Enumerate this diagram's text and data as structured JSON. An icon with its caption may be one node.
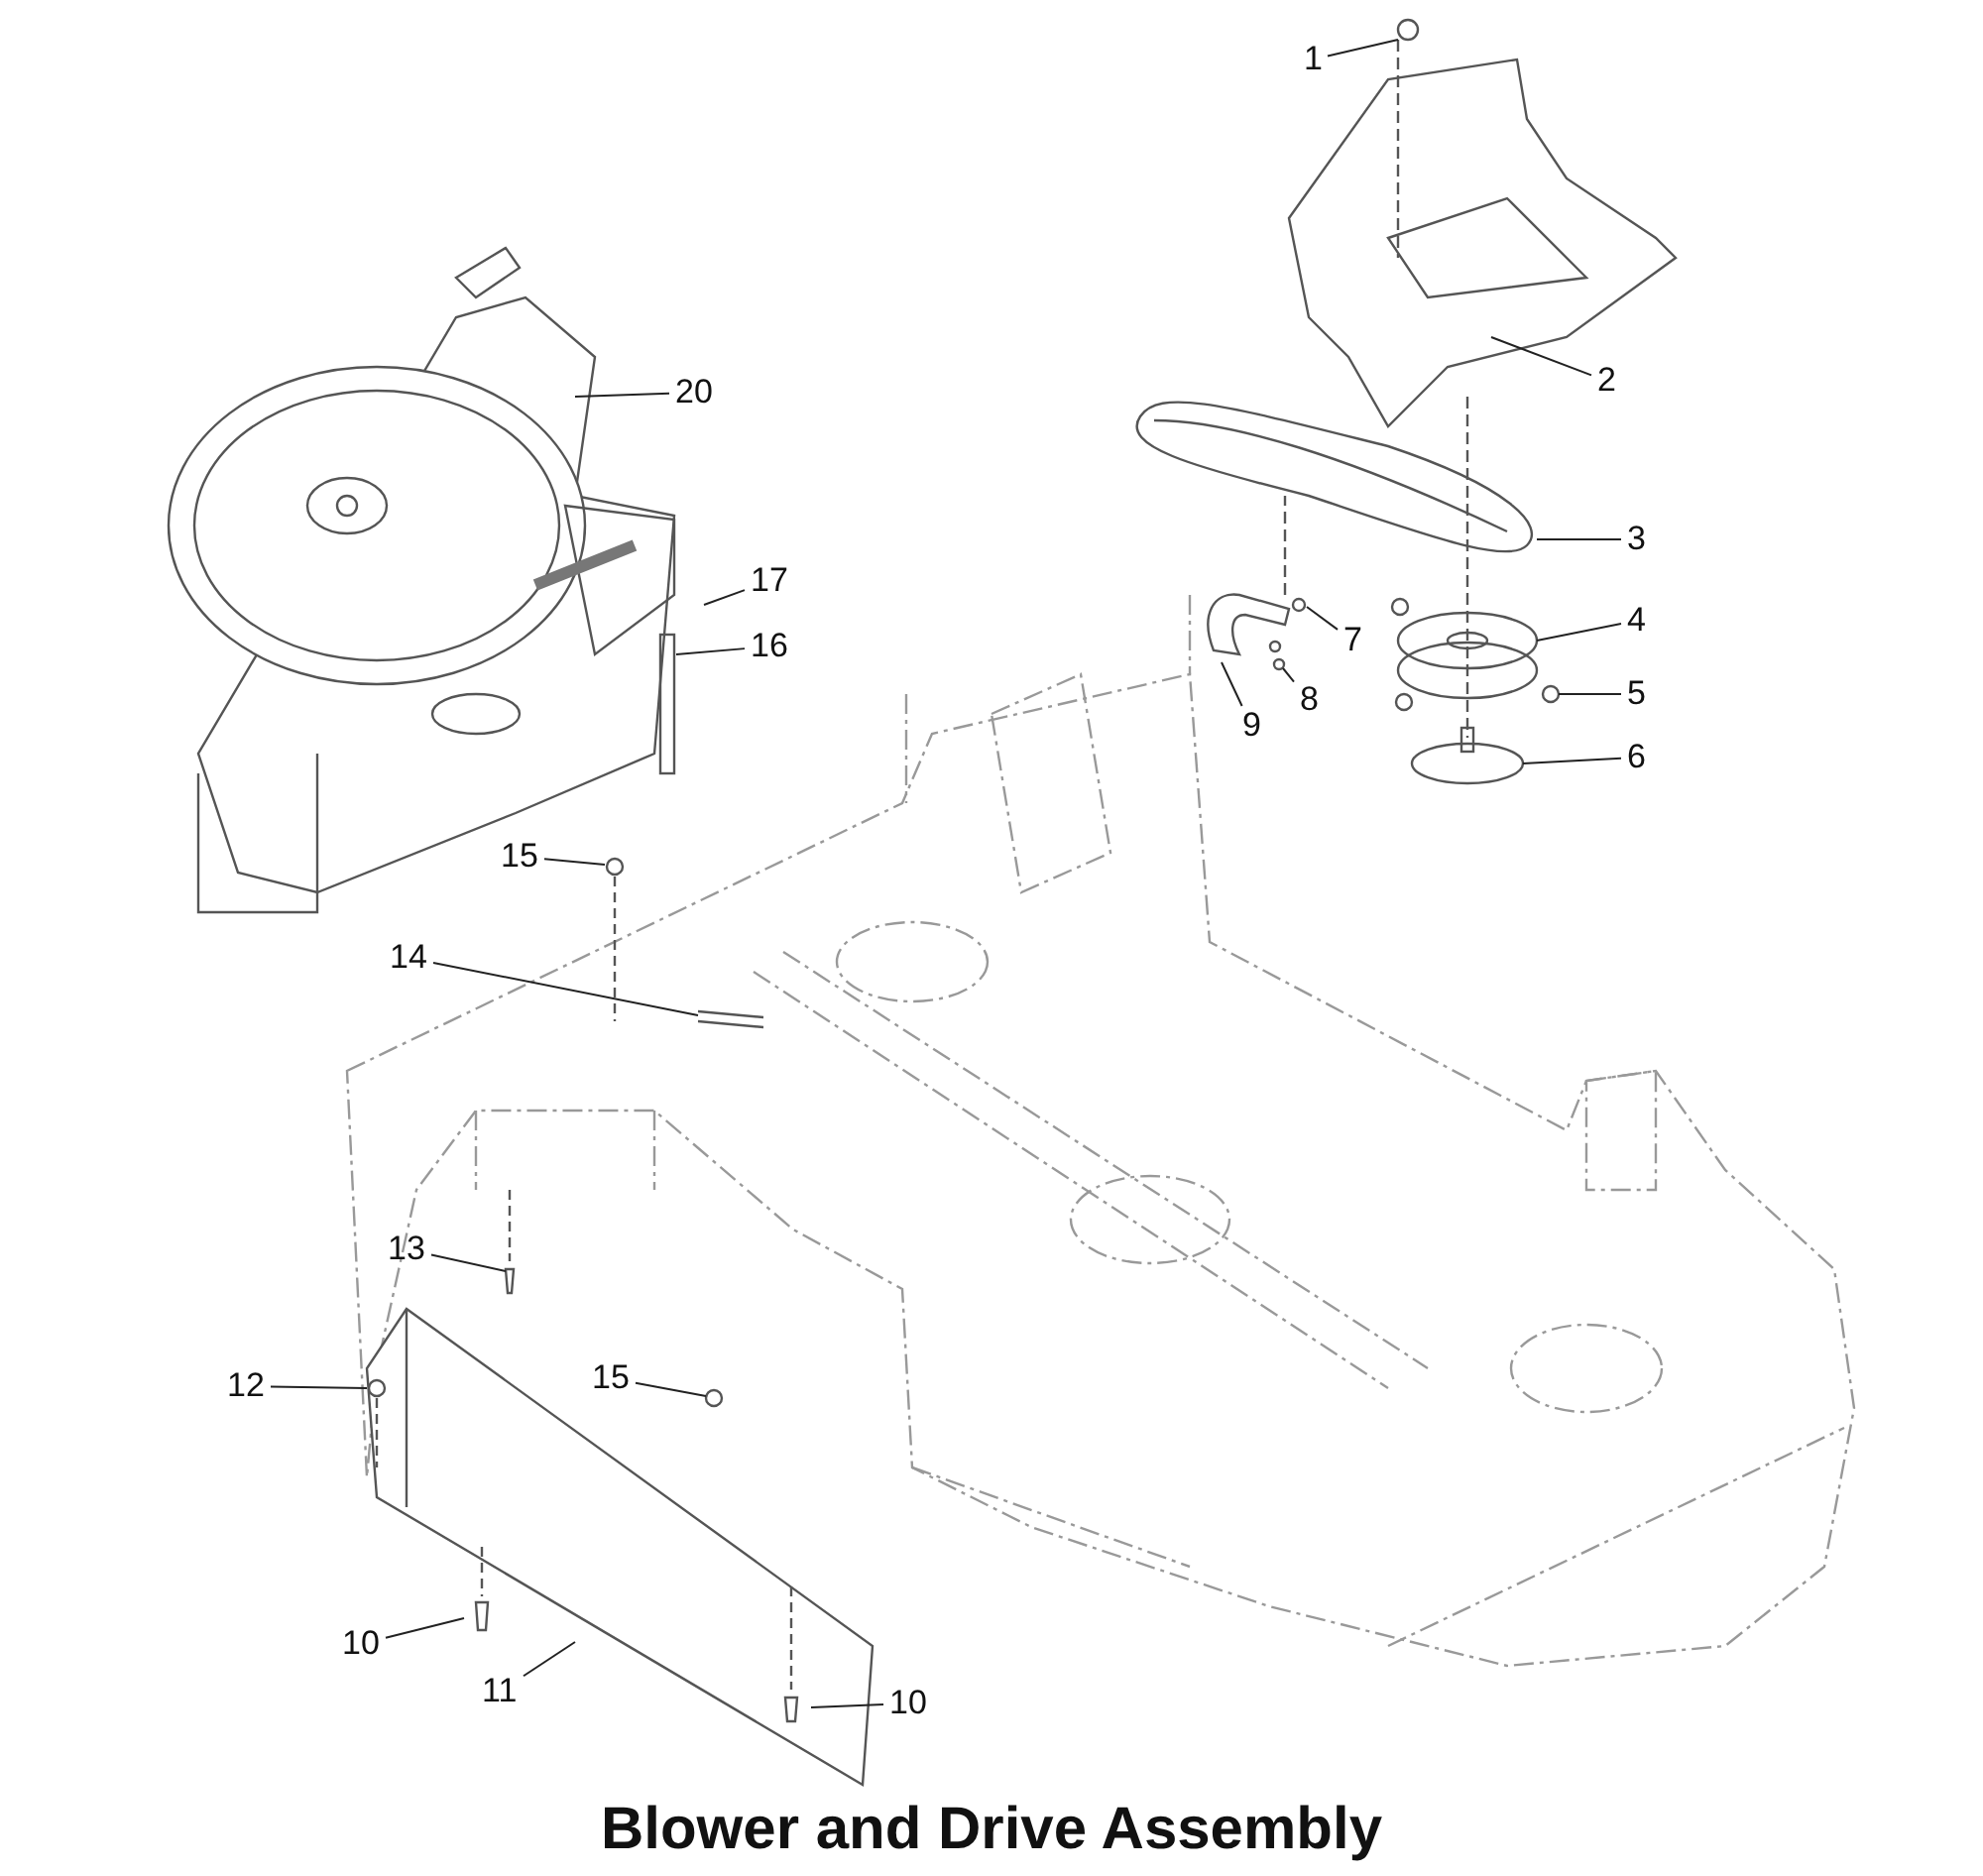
{
  "diagram": {
    "title": "Blower and Drive Assembly",
    "nodes": [
      {
        "text": [
          "1"
        ]
      },
      {
        "text": [
          "2"
        ]
      },
      {
        "text": [
          "3"
        ]
      },
      {
        "text": [
          "4"
        ]
      },
      {
        "text": [
          "5"
        ]
      },
      {
        "text": [
          "6"
        ]
      },
      {
        "text": [
          "7"
        ]
      },
      {
        "text": [
          "8"
        ]
      },
      {
        "text": [
          "9"
        ]
      },
      {
        "text": [
          "20"
        ]
      },
      {
        "text": [
          "17"
        ]
      },
      {
        "text": [
          "16"
        ]
      },
      {
        "text": [
          "15"
        ]
      },
      {
        "text": [
          "14"
        ]
      },
      {
        "text": [
          "13"
        ]
      },
      {
        "text": [
          "12"
        ]
      },
      {
        "text": [
          "15"
        ]
      },
      {
        "text": [
          "10"
        ]
      },
      {
        "text": [
          "11"
        ]
      },
      {
        "text": [
          "10"
        ]
      }
    ],
    "edges": [
      {
        "from": 0,
        "to": null,
        "arrow": "none"
      },
      {
        "from": 1,
        "to": null,
        "arrow": "none"
      },
      {
        "from": 2,
        "to": null,
        "arrow": "none"
      },
      {
        "from": 3,
        "to": null,
        "arrow": "none"
      },
      {
        "from": 4,
        "to": null,
        "arrow": "none"
      },
      {
        "from": 5,
        "to": null,
        "arrow": "none"
      },
      {
        "from": 6,
        "to": null,
        "arrow": "none"
      },
      {
        "from": 7,
        "to": null,
        "arrow": "none"
      },
      {
        "from": 8,
        "to": null,
        "arrow": "none"
      },
      {
        "from": 9,
        "to": null,
        "arrow": "none"
      },
      {
        "from": 10,
        "to": null,
        "arrow": "none"
      },
      {
        "from": 11,
        "to": null,
        "arrow": "none"
      },
      {
        "from": 12,
        "to": null,
        "arrow": "none"
      },
      {
        "from": 13,
        "to": null,
        "arrow": "none"
      },
      {
        "from": 14,
        "to": null,
        "arrow": "none"
      },
      {
        "from": 15,
        "to": null,
        "arrow": "none"
      },
      {
        "from": 16,
        "to": null,
        "arrow": "none"
      },
      {
        "from": 17,
        "to": null,
        "arrow": "none"
      },
      {
        "from": 18,
        "to": null,
        "arrow": "none"
      },
      {
        "from": 19,
        "to": null,
        "arrow": "none"
      }
    ]
  }
}
